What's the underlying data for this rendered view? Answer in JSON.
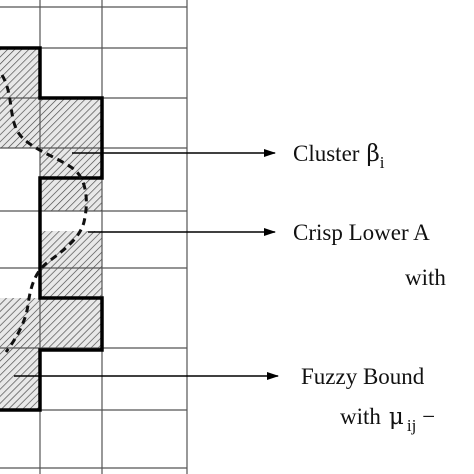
{
  "labels": {
    "cluster": {
      "word": "Cluster",
      "symbol": "β",
      "subscript": "i"
    },
    "crisp": {
      "line1": "Crisp Lower A",
      "line2": "with"
    },
    "fuzzy": {
      "line1": "Fuzzy Bound",
      "line2_word": "with",
      "line2_symbol": "μ",
      "line2_subscript": "ij",
      "line2_tail": "−"
    }
  },
  "colors": {
    "grid": "#555555",
    "outline": "#000000",
    "hatch": "#444444",
    "hatch_bg": "#e8e8e8",
    "arrow": "#000000"
  }
}
